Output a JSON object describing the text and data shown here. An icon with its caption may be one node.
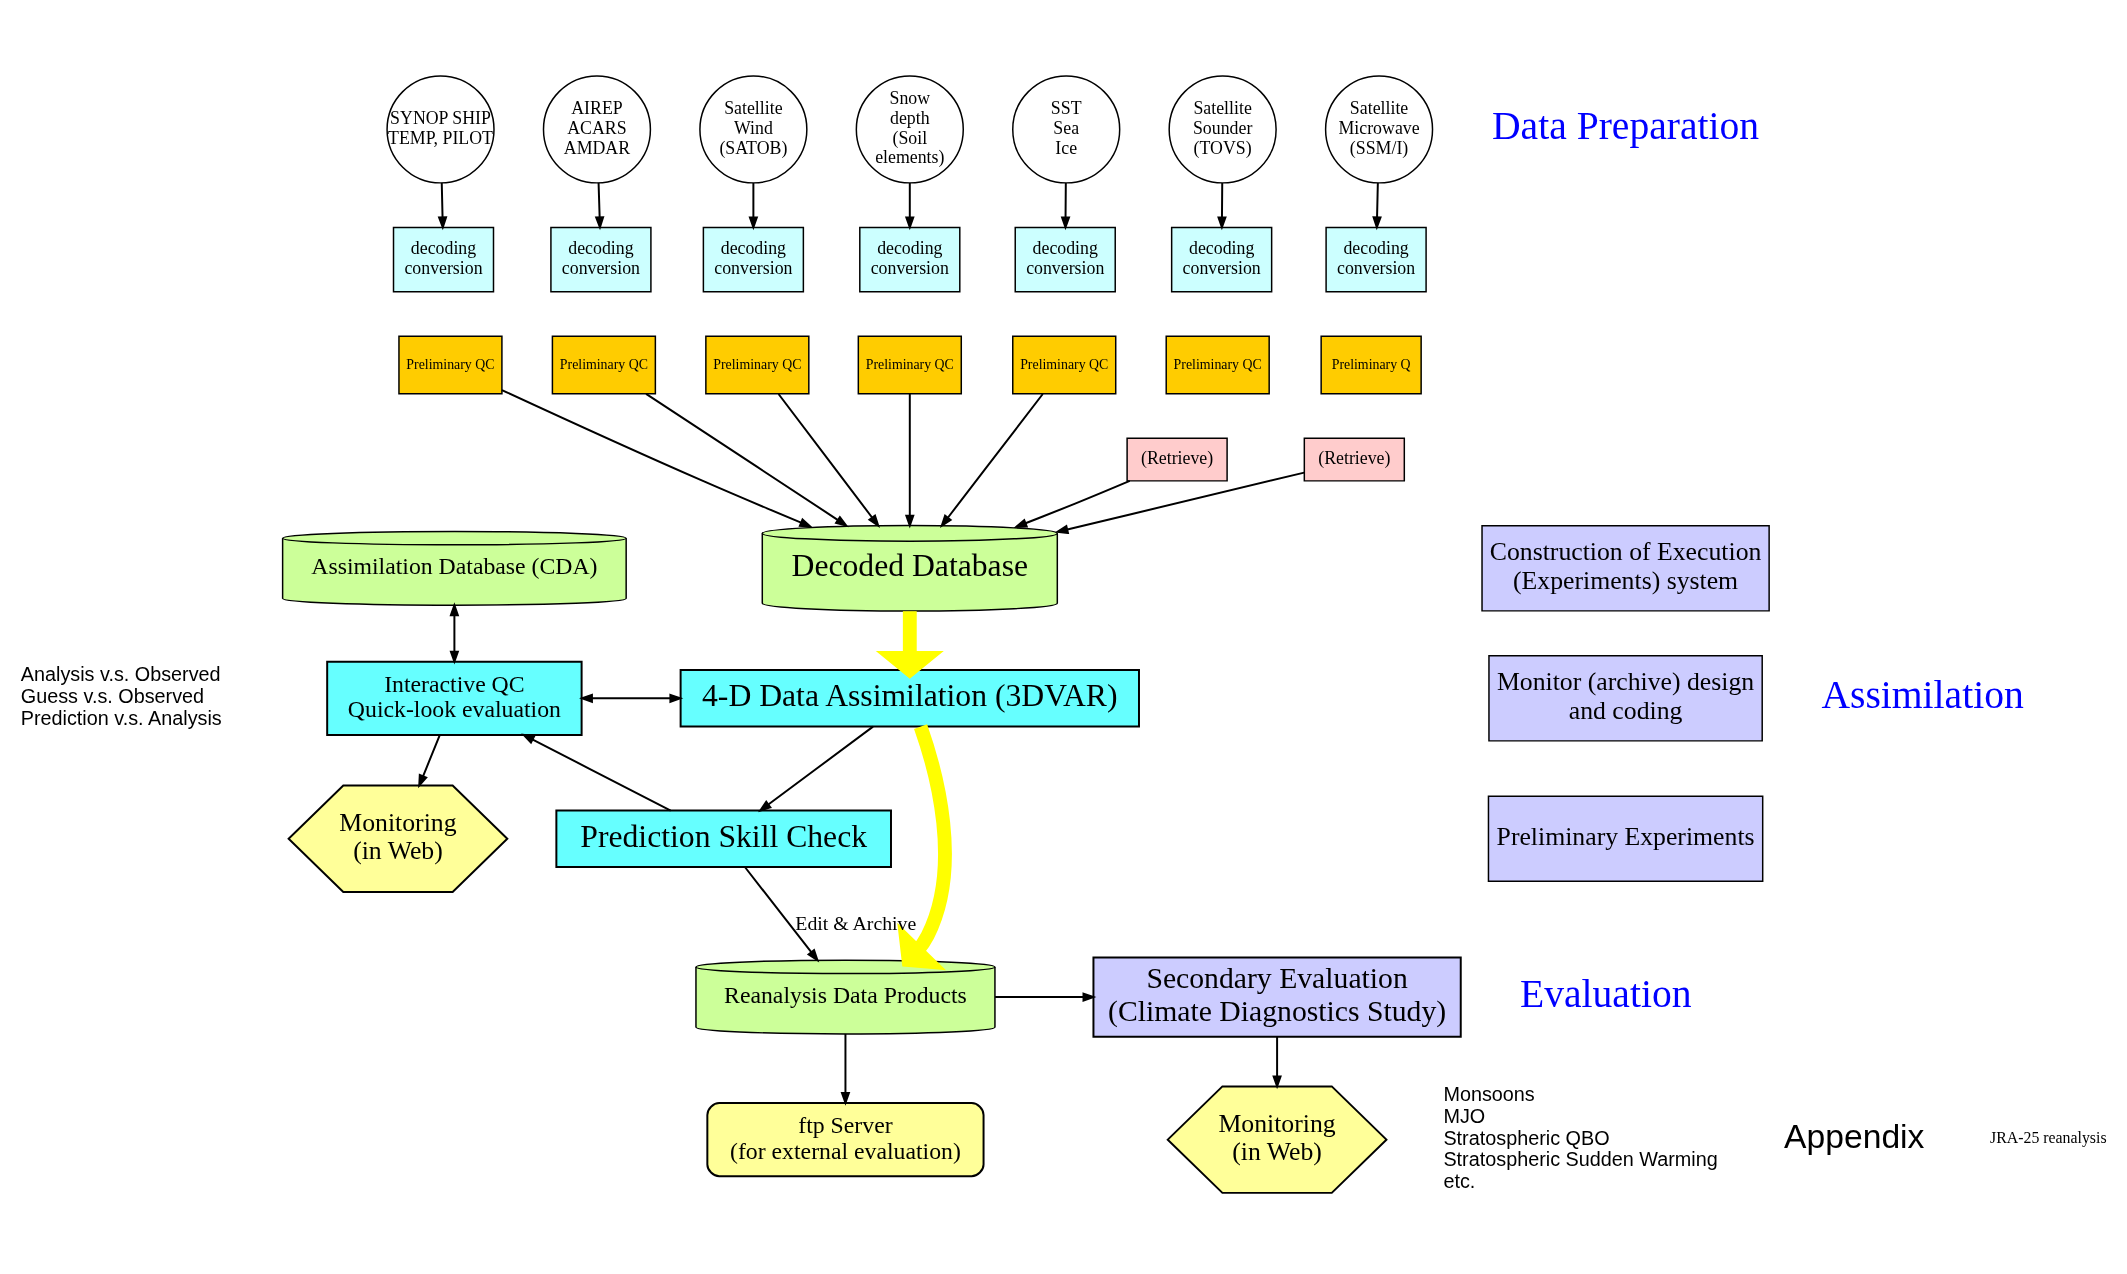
{
  "diagram": {
    "nodes": [
      {
        "text": [
          "SYNOP SHIP TEMP, PILOT"
        ]
      },
      {
        "text": [
          "AIREP ACARS AMDAR"
        ]
      },
      {
        "text": [
          "Satellite Wind (SATOB)"
        ]
      },
      {
        "text": [
          "Satellite Sounder (TOVS)"
        ]
      },
      {
        "text": [
          "Satellite Microwave (SSM/I)"
        ]
      },
      {
        "text": [
          "Snow depth",
          "(Soil elements)"
        ]
      },
      {
        "text": [
          "SST Sea Ice"
        ]
      },
      {
        "text": [
          "decoding",
          "conversion"
        ]
      },
      {
        "text": [
          "decoding",
          "conversion"
        ]
      },
      {
        "text": [
          "decoding",
          "conversion"
        ]
      },
      {
        "text": [
          "decoding",
          "conversion"
        ]
      },
      {
        "text": [
          "decoding",
          "conversion"
        ]
      },
      {
        "text": [
          "decoding",
          "conversion"
        ]
      },
      {
        "text": [
          "decoding",
          "conversion"
        ]
      },
      {
        "text": [
          "Preliminary QC"
        ]
      },
      {
        "text": [
          "Preliminary QC"
        ]
      },
      {
        "text": [
          "Preliminary QC"
        ]
      },
      {
        "text": [
          "Preliminary QC"
        ]
      },
      {
        "text": [
          "Preliminary Q"
        ]
      },
      {
        "text": [
          "Preliminary QC"
        ]
      },
      {
        "text": [
          "Preliminary QC"
        ]
      },
      {
        "text": [
          "(Retrieve)"
        ]
      },
      {
        "text": [
          "(Retrieve)"
        ]
      },
      {
        "text": [
          "Construction of Execution (Experiments) system"
        ]
      },
      {
        "text": [
          "Monitor (archive) design and coding"
        ]
      },
      {
        "text": [
          "Preliminary Experiments"
        ]
      },
      {
        "text": [
          "Decoded Database"
        ]
      },
      {
        "text": [
          "Assimilation Database (CDA)"
        ]
      },
      {
        "text": [
          "Interactive QC",
          "Quick-look evaluation"
        ]
      },
      {
        "text": [
          "4-D Data Assimilation (3DVAR)"
        ]
      },
      {
        "text": [
          "Monitoring (in Web)"
        ]
      },
      {
        "text": [
          "Prediction Skill Check"
        ]
      },
      {
        "text": [
          "Secondary Evaluation (Climate Diagnostics Study)"
        ]
      },
      {
        "text": [
          "Reanalysis Data Products"
        ]
      },
      {
        "text": [
          "Monitoring (in Web)"
        ]
      },
      {
        "text": [
          "ftp Server (for external evaluation)"
        ]
      }
    ],
    "edges": [
      {
        "from": 0,
        "to": 7,
        "arrow": "to"
      },
      {
        "from": 1,
        "to": 8,
        "arrow": "to"
      },
      {
        "from": 2,
        "to": 9,
        "arrow": "to"
      },
      {
        "from": 3,
        "to": 10,
        "arrow": "to"
      },
      {
        "from": 4,
        "to": 11,
        "arrow": "to"
      },
      {
        "from": 5,
        "to": 12,
        "arrow": "to"
      },
      {
        "from": 6,
        "to": 13,
        "arrow": "to"
      },
      {
        "from": 14,
        "to": 26,
        "arrow": "to"
      },
      {
        "from": 15,
        "to": 26,
        "arrow": "to"
      },
      {
        "from": 16,
        "to": 26,
        "arrow": "to"
      },
      {
        "from": 21,
        "to": 26,
        "arrow": "to"
      },
      {
        "from": 22,
        "to": 26,
        "arrow": "to"
      },
      {
        "from": 19,
        "to": 26,
        "arrow": "to"
      },
      {
        "from": 20,
        "to": 26,
        "arrow": "to"
      },
      {
        "from": 26,
        "to": 29,
        "arrow": "to",
        "style": "thick",
        "color": "#ffff00"
      },
      {
        "from": 27,
        "to": 28,
        "arrow": "both"
      },
      {
        "from": 28,
        "to": 29,
        "arrow": "both"
      },
      {
        "from": 28,
        "to": 30,
        "arrow": "to"
      },
      {
        "from": 31,
        "to": 28,
        "arrow": "to"
      },
      {
        "from": 29,
        "to": 31,
        "arrow": "to"
      },
      {
        "from": 29,
        "to": 33,
        "arrow": "to",
        "style": "thick",
        "color": "#ffff00"
      },
      {
        "from": 31,
        "to": 33,
        "arrow": "to",
        "label": "Edit & Archive"
      },
      {
        "from": 33,
        "to": 32,
        "arrow": "to"
      },
      {
        "from": 32,
        "to": 34,
        "arrow": "to"
      },
      {
        "from": 33,
        "to": 35,
        "arrow": "to"
      }
    ],
    "labels": [
      "Data Preparation",
      "Assimilation",
      "Analysis v.s. Observed Guess v.s. Observed Prediction v.s. Analysis",
      "Evaluation",
      "Monsoons MJO Stratospheric QBO Stratospheric Sudden Warming etc.",
      "Appendix",
      "JRA-25 reanalysis"
    ]
  }
}
